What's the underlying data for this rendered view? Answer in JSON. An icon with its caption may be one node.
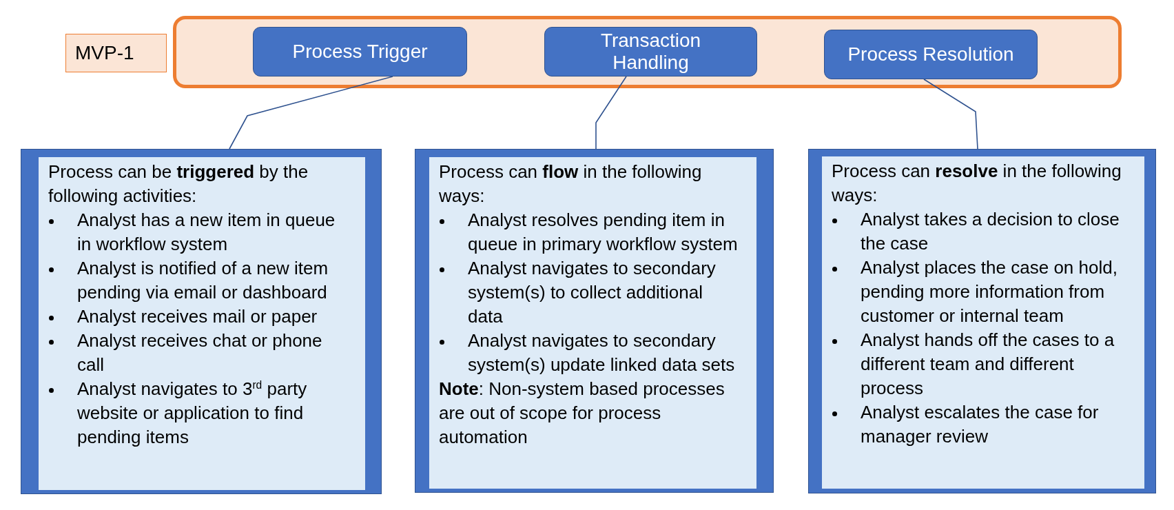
{
  "diagram": {
    "nodes": [
      {
        "text": [
          "MVP-1"
        ]
      },
      {
        "text": [],
        "shape": "box"
      },
      {
        "text": [
          "Process Trigger"
        ],
        "in": 1
      },
      {
        "text": [
          "Transaction Handling"
        ],
        "in": 1
      },
      {
        "text": [
          "Process Resolution"
        ],
        "in": 1
      },
      {
        "text": [
          "Process can be **triggered** by the following activities:",
          "Analyst has a new item in queue in workflow system",
          "Analyst is notified of a new item pending via email or dashboard",
          "Analyst receives mail or paper",
          "Analyst receives chat or phone call",
          "Analyst navigates to 3$^{rd}$ party website or application to find pending items"
        ]
      },
      {
        "text": [
          "Process can **flow** in the following ways:",
          "Analyst resolves pending item in queue in primary workflow system",
          "Analyst navigates to secondary system(s) to collect additional data",
          "Analyst navigates to secondary system(s) update linked data sets",
          "**Note**: Non-system based processes are out of scope for process automation"
        ]
      },
      {
        "text": [
          "Process can **resolve** in the following ways:",
          "Analyst takes a decision to close the case",
          "Analyst places the case on hold, pending more information from customer or internal team",
          "Analyst hands off the cases to a different team and different process",
          "Analyst escalates the case for manager review"
        ]
      }
    ],
    "edges": [
      {
        "from": 2,
        "to": 5,
        "arrow": "none"
      },
      {
        "from": 3,
        "to": 6,
        "arrow": "none"
      },
      {
        "from": 4,
        "to": 7,
        "arrow": "none"
      }
    ]
  }
}
